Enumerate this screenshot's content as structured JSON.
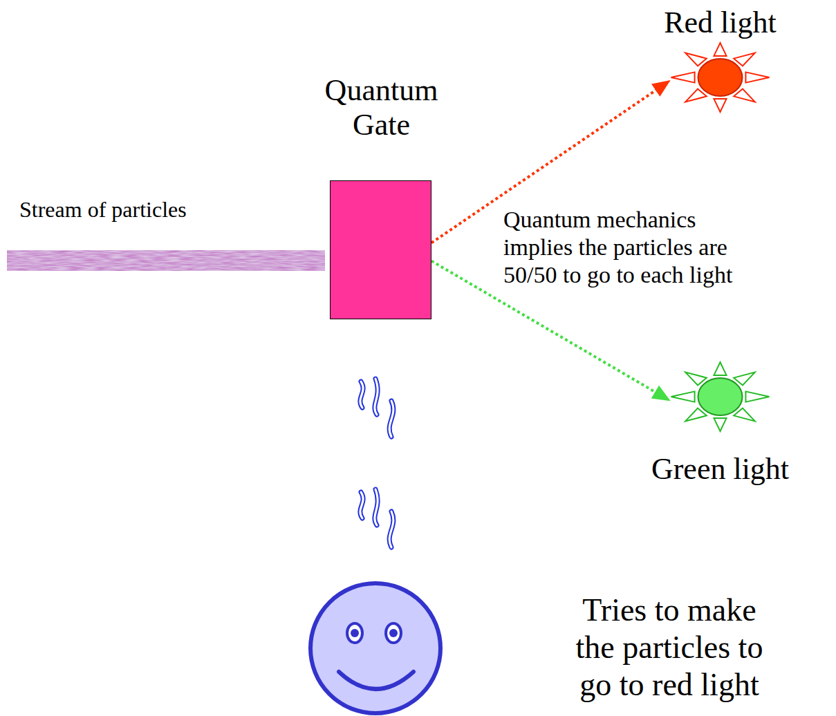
{
  "diagram": {
    "nodes": [
      {
        "text": [
          "Quantum Gate"
        ]
      },
      {
        "text": [
          "Red light"
        ]
      },
      {
        "text": [
          "Green light"
        ]
      }
    ],
    "edges": [
      {
        "from": 0,
        "to": 1,
        "arrow": "to"
      },
      {
        "from": 0,
        "to": 2,
        "arrow": "to"
      }
    ],
    "labels": [
      "Stream of particles",
      "Quantum mechanics implies the particles are 50/50 to go to each light",
      "Tries to make the particles to go to red light"
    ]
  }
}
